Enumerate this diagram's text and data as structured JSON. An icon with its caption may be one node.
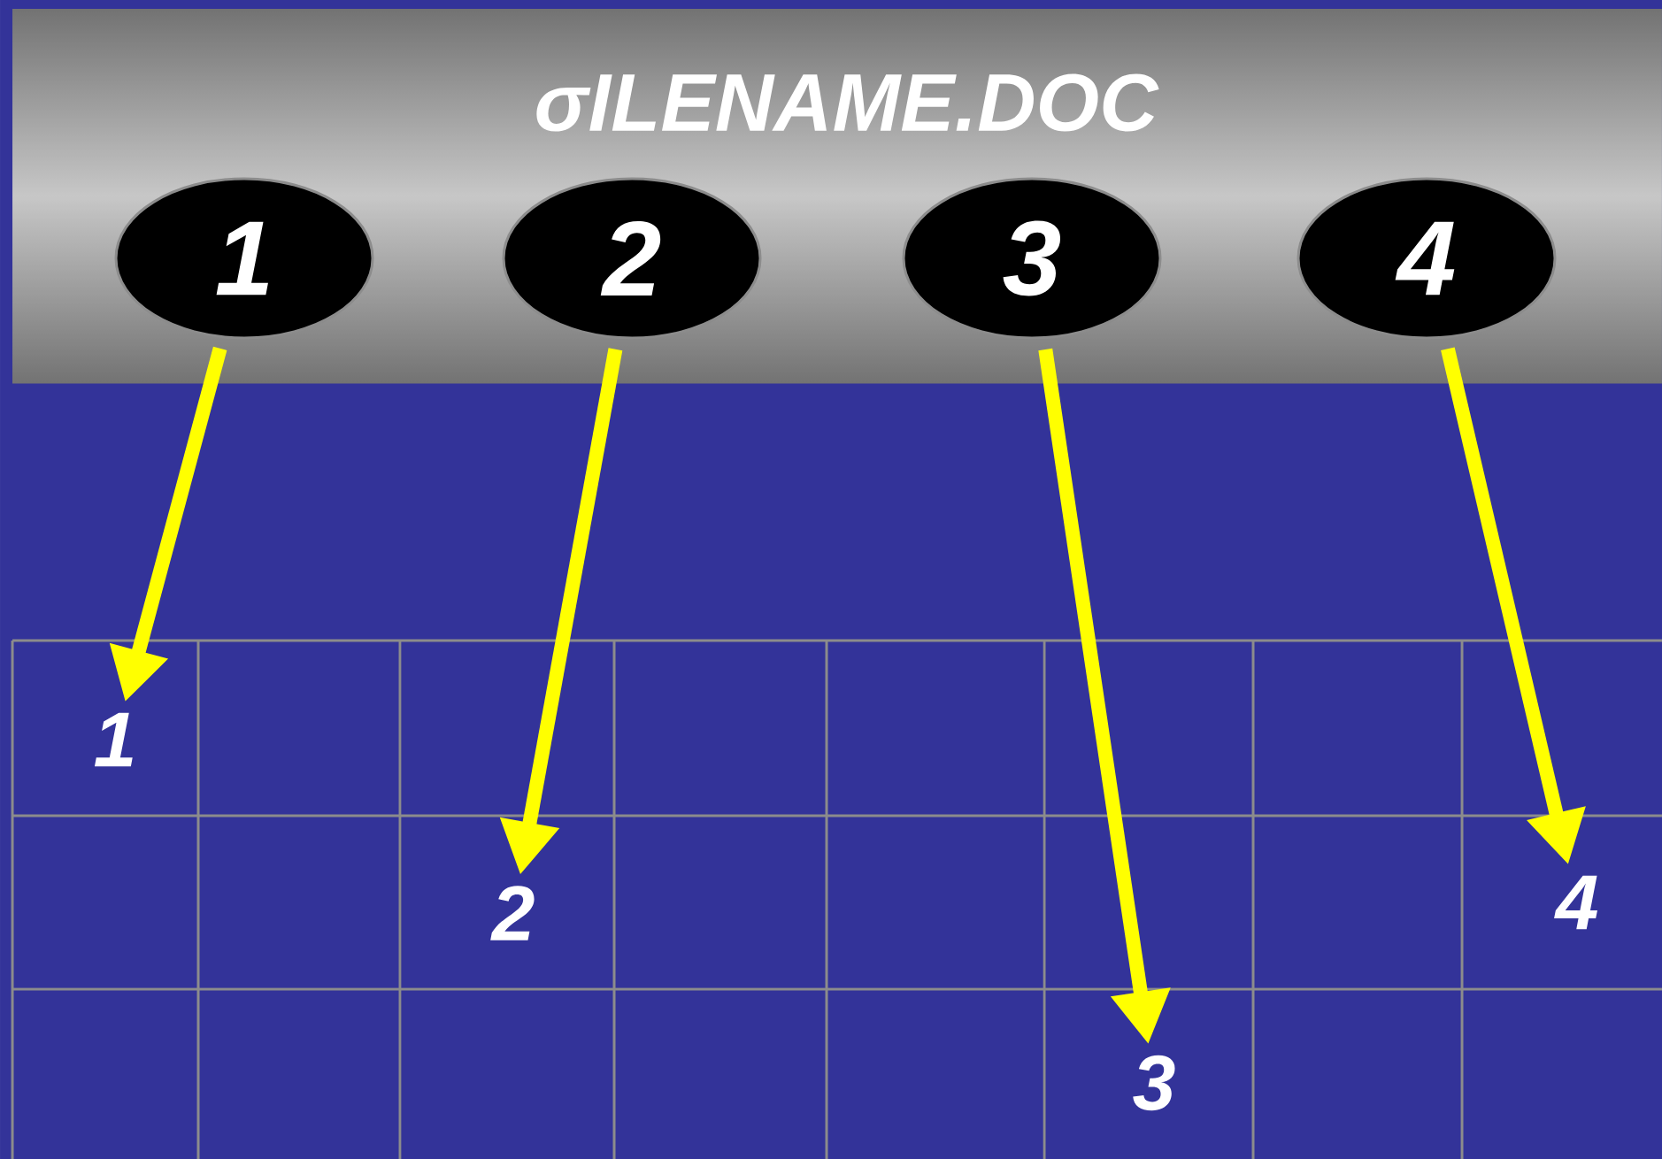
{
  "diagram": {
    "title": "σILENAME.DOC",
    "nodes": [
      {
        "text": [
          "1"
        ]
      },
      {
        "text": [
          "2"
        ]
      },
      {
        "text": [
          "3"
        ]
      },
      {
        "text": [
          "4"
        ]
      },
      {
        "text": [
          "1"
        ]
      },
      {
        "text": [
          "2"
        ]
      },
      {
        "text": [
          "3"
        ]
      },
      {
        "text": [
          "4"
        ]
      }
    ],
    "edges": [
      {
        "from": 0,
        "to": 4,
        "arrow": "to"
      },
      {
        "from": 1,
        "to": 5,
        "arrow": "to"
      },
      {
        "from": 2,
        "to": 6,
        "arrow": "to"
      },
      {
        "from": 3,
        "to": 7,
        "arrow": "to"
      }
    ]
  }
}
